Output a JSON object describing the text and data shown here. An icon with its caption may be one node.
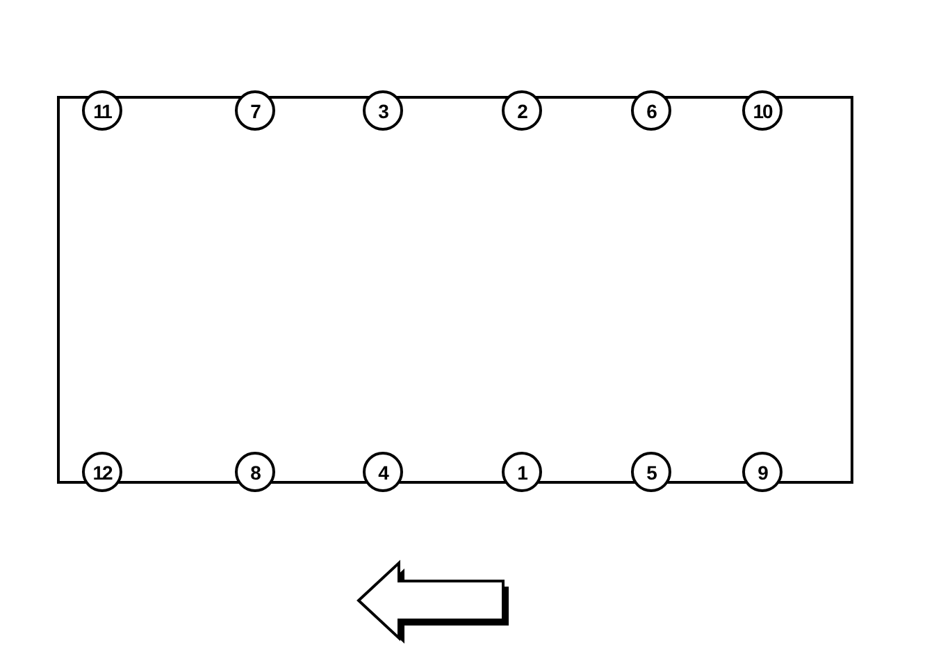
{
  "diagram": {
    "nodes": [
      {
        "text": [
          "11"
        ]
      },
      {
        "text": [
          "7"
        ]
      },
      {
        "text": [
          "3"
        ]
      },
      {
        "text": [
          "2"
        ]
      },
      {
        "text": [
          "6"
        ]
      },
      {
        "text": [
          "10"
        ]
      },
      {
        "text": [
          "12"
        ]
      },
      {
        "text": [
          "8"
        ]
      },
      {
        "text": [
          "4"
        ]
      },
      {
        "text": [
          "1"
        ]
      },
      {
        "text": [
          "5"
        ]
      },
      {
        "text": [
          "9"
        ]
      }
    ]
  }
}
